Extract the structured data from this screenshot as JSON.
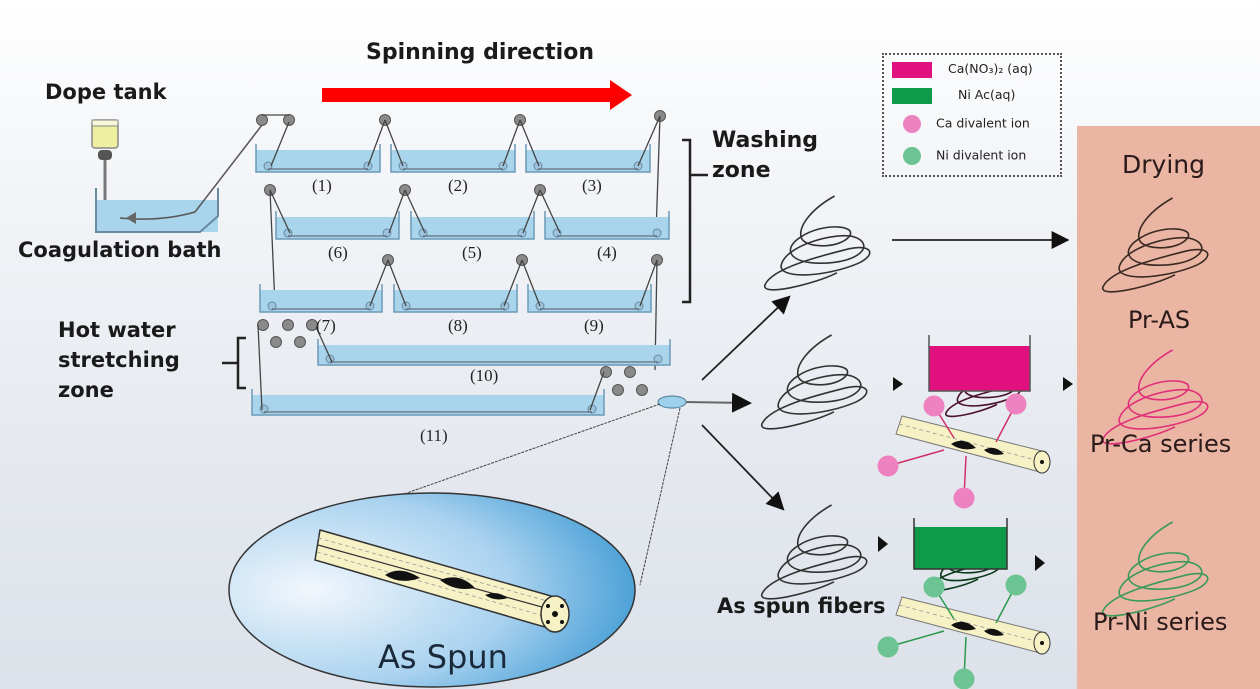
{
  "title": "Wet spinning process with ion treatment",
  "labels": {
    "spinning_direction": "Spinning direction",
    "dope_tank": "Dope tank",
    "coagulation_bath": "Coagulation bath",
    "washing_zone_line1": "Washing",
    "washing_zone_line2": "zone",
    "hot_water_line1": "Hot water",
    "hot_water_line2": "stretching",
    "hot_water_line3": "zone",
    "as_spun_fibers": "As spun fibers",
    "as_spun_inset": "As Spun"
  },
  "baths": [
    {
      "id": "(1)"
    },
    {
      "id": "(2)"
    },
    {
      "id": "(3)"
    },
    {
      "id": "(4)"
    },
    {
      "id": "(5)"
    },
    {
      "id": "(6)"
    },
    {
      "id": "(7)"
    },
    {
      "id": "(8)"
    },
    {
      "id": "(9)"
    },
    {
      "id": "(10)"
    },
    {
      "id": "(11)"
    }
  ],
  "legend": {
    "items": [
      {
        "label": "Ca(NO₃)₂ (aq)",
        "kind": "swatch",
        "color": "#e0117f"
      },
      {
        "label": "Ni Ac(aq)",
        "kind": "swatch",
        "color": "#0e9a48"
      },
      {
        "label": "Ca divalent ion",
        "kind": "dot",
        "color": "#ee82c0"
      },
      {
        "label": "Ni divalent ion",
        "kind": "dot",
        "color": "#6cc493"
      }
    ]
  },
  "drying": {
    "title": "Drying",
    "products": [
      {
        "label": "Pr-AS",
        "fiber_color": "#3a2a22"
      },
      {
        "label": "Pr-Ca series",
        "fiber_color": "#e0307a"
      },
      {
        "label": "Pr-Ni series",
        "fiber_color": "#3a9a5a"
      }
    ]
  },
  "colors": {
    "arrow_red": "#ff0000",
    "bath_water": "#a8d4ec",
    "bath_edge": "#6a9ab8",
    "ca_bath": "#e0117f",
    "ni_bath": "#0e9a48",
    "panel": "#eab5a2",
    "fiber_body": "#f7f1c6"
  }
}
